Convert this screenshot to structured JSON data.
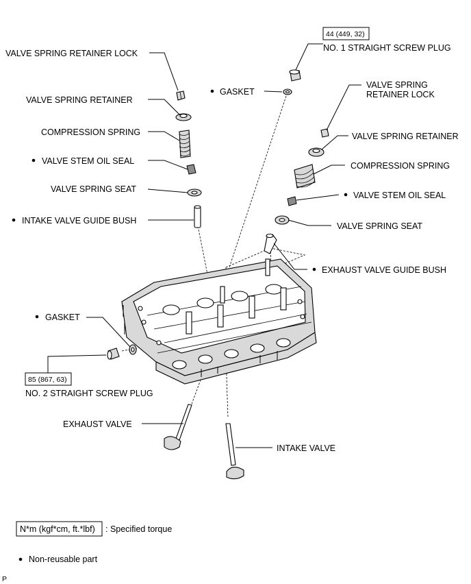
{
  "labels": {
    "retainer_lock_left": "VALVE SPRING RETAINER LOCK",
    "retainer_left": "VALVE SPRING RETAINER",
    "spring_left": "COMPRESSION SPRING",
    "oil_seal_left": "VALVE STEM OIL SEAL",
    "seat_left": "VALVE SPRING SEAT",
    "intake_bush": "INTAKE VALVE GUIDE BUSH",
    "gasket_top": "GASKET",
    "plug1": "NO. 1 STRAIGHT SCREW PLUG",
    "retainer_lock_right_1": "VALVE SPRING",
    "retainer_lock_right_2": "RETAINER LOCK",
    "retainer_right": "VALVE SPRING RETAINER",
    "spring_right": "COMPRESSION SPRING",
    "oil_seal_right": "VALVE STEM OIL SEAL",
    "seat_right": "VALVE SPRING SEAT",
    "exhaust_bush": "EXHAUST VALVE GUIDE BUSH",
    "gasket_left": "GASKET",
    "plug2": "NO. 2 STRAIGHT SCREW PLUG",
    "exhaust_valve": "EXHAUST VALVE",
    "intake_valve": "INTAKE VALVE"
  },
  "torque": {
    "plug1": "44 (449, 32)",
    "plug2": "85 (867, 63)"
  },
  "legend": {
    "torque_unit": "N*m (kgf*cm, ft.*lbf)",
    "torque_text": ": Specified torque",
    "nonreusable_text": "Non-reusable part"
  },
  "corner_mark": "P",
  "colors": {
    "line": "#000000",
    "part_fill": "#d9d9d9",
    "background": "#ffffff"
  }
}
